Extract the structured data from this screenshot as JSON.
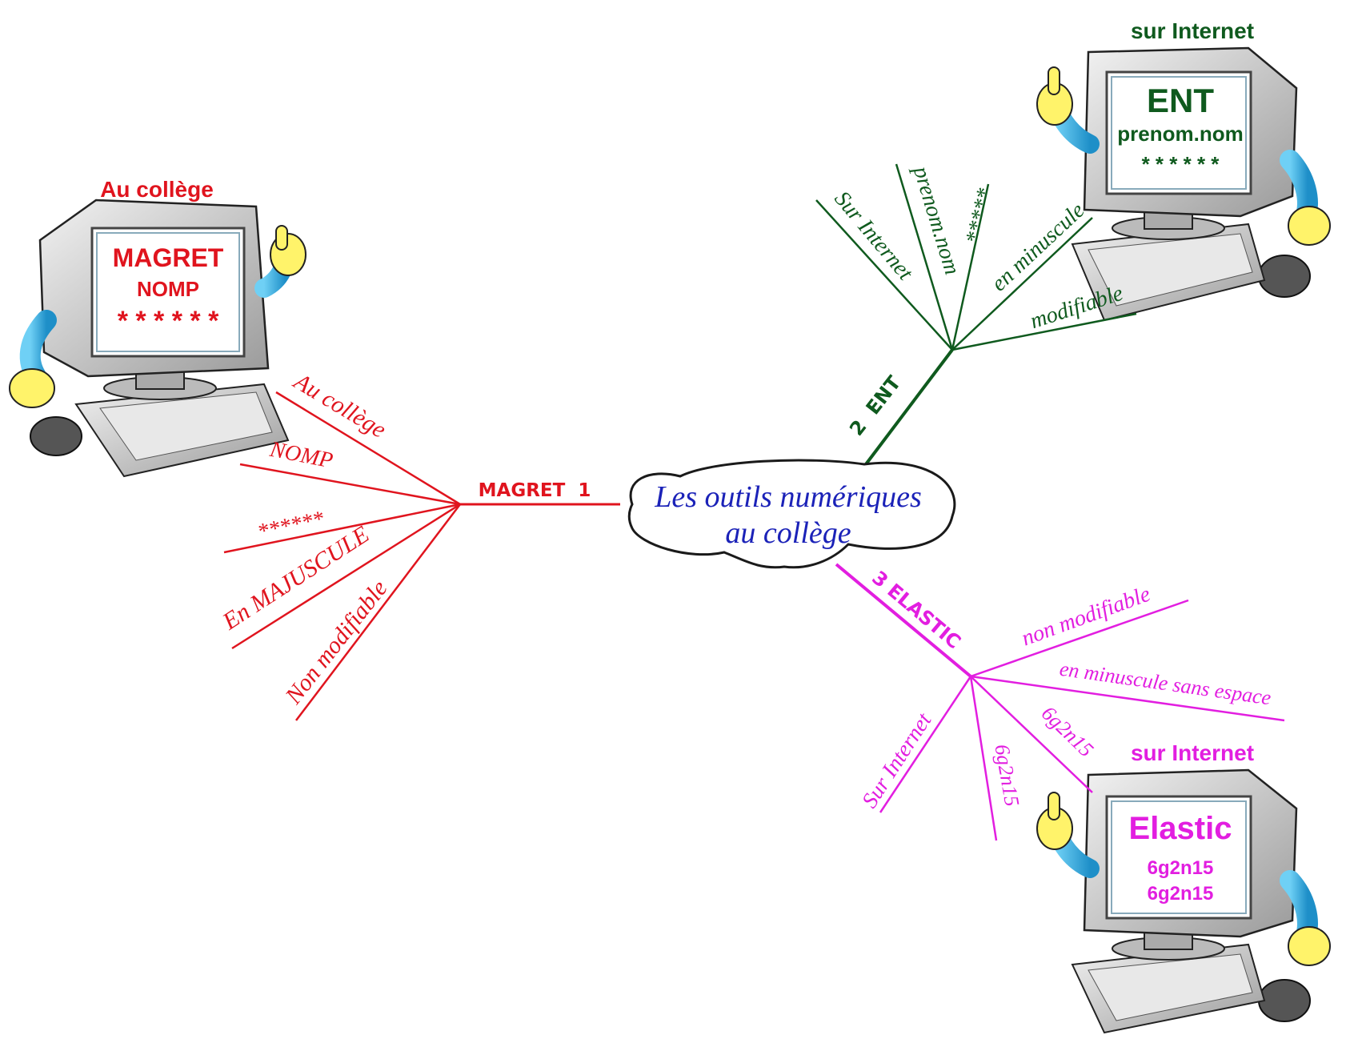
{
  "colors": {
    "magret": "#e0141e",
    "ent": "#0f5a1e",
    "elastic": "#e21ee0",
    "center_text": "#1b22b8",
    "center_outline": "#1a1a1a"
  },
  "icons": {
    "computer": "computer-mascot-icon"
  },
  "center": {
    "line1": "Les outils numériques",
    "line2": "au collège"
  },
  "magret": {
    "branch_label": "MAGRET  1",
    "computer": {
      "caption": "Au collège",
      "screen_line1": "MAGRET",
      "screen_line2": "NOMP",
      "screen_line3": "* * * * * *"
    },
    "leaves": [
      "Au collège",
      "NOMP",
      "******",
      "En MAJUSCULE",
      "Non modifiable"
    ]
  },
  "ent": {
    "branch_label": "2  ENT",
    "computer": {
      "caption": "sur Internet",
      "screen_line1": "ENT",
      "screen_line2": "prenom.nom",
      "screen_line3": "* * * * * *"
    },
    "leaves": [
      "Sur Internet",
      "prenom.nom",
      "*****",
      "en minuscule",
      "modifiable"
    ]
  },
  "elastic": {
    "branch_label": "3 ELASTIC",
    "computer": {
      "caption": "sur Internet",
      "screen_line1": "Elastic",
      "screen_line2": "6g2n15",
      "screen_line3": "6g2n15"
    },
    "leaves": [
      "non modifiable",
      "en minuscule sans espace",
      "6g2n15",
      "6g2n15",
      "Sur Internet"
    ]
  }
}
